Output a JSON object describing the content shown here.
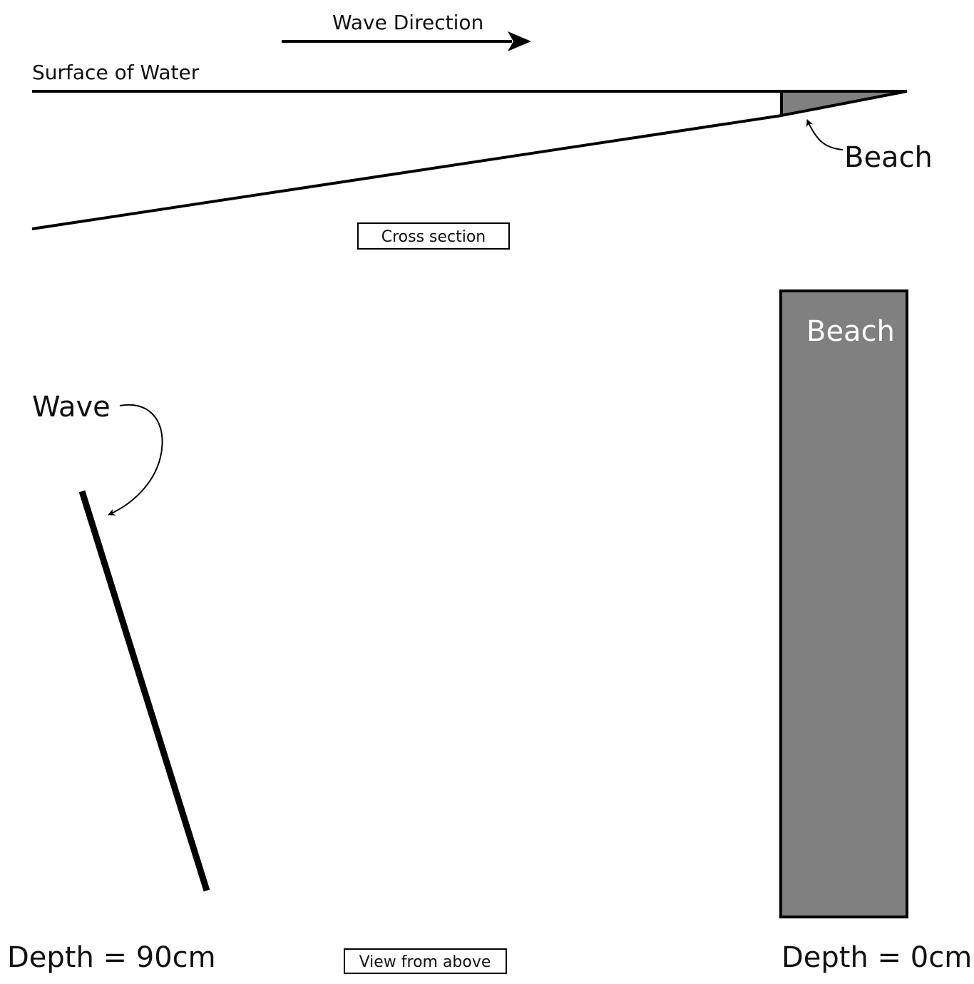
{
  "cross_section": {
    "wave_direction_label": "Wave Direction",
    "surface_label": "Surface of Water",
    "beach_label": "Beach",
    "caption": "Cross section"
  },
  "top_view": {
    "beach_label": "Beach",
    "wave_label": "Wave",
    "depth_left": "Depth = 90cm",
    "depth_right": "Depth = 0cm",
    "caption": "View from above"
  },
  "colors": {
    "beach_fill": "#808080",
    "stroke": "#000000",
    "beach_text": "#ffffff"
  }
}
